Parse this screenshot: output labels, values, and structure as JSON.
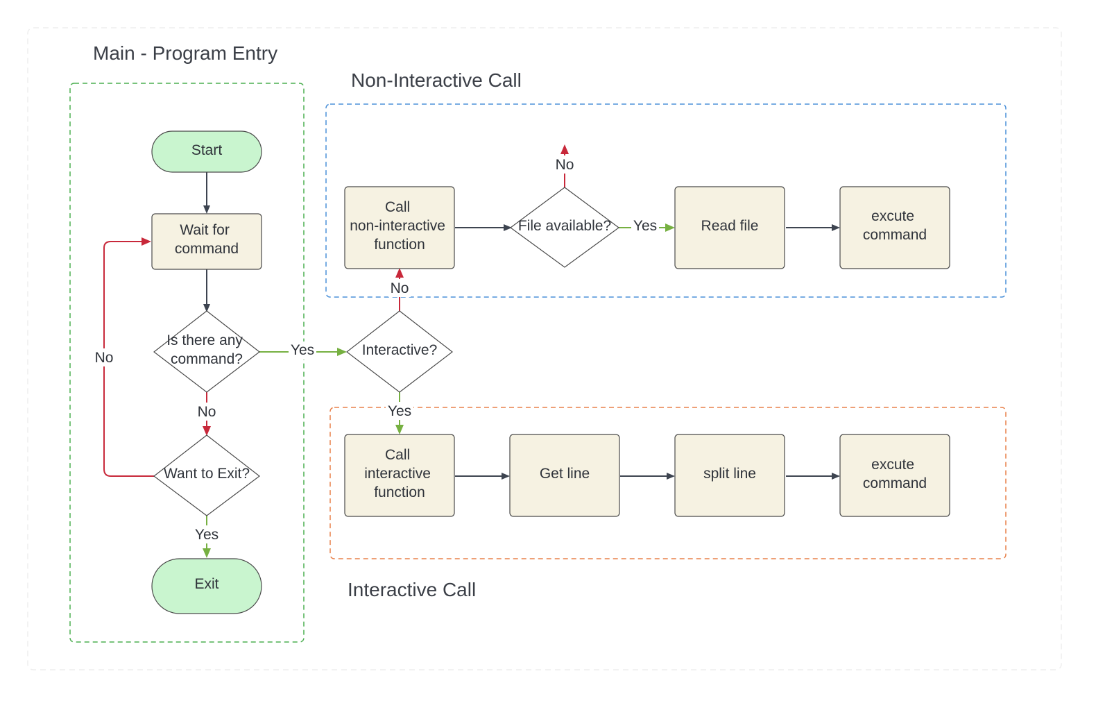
{
  "groups": {
    "main": {
      "title": "Main - Program Entry",
      "border_color": "#4caf50"
    },
    "non_interactive": {
      "title": "Non-Interactive Call",
      "border_color": "#4a90d9"
    },
    "interactive": {
      "title": "Interactive Call",
      "border_color": "#e8804a"
    }
  },
  "nodes": {
    "start": {
      "shape": "terminator",
      "lines": [
        "Start"
      ]
    },
    "wait": {
      "shape": "process",
      "lines": [
        "Wait for",
        "command"
      ]
    },
    "any_command": {
      "shape": "decision",
      "lines": [
        "Is there any",
        "command?"
      ]
    },
    "want_exit": {
      "shape": "decision",
      "lines": [
        "Want to Exit?"
      ]
    },
    "exit": {
      "shape": "terminator",
      "lines": [
        "Exit"
      ]
    },
    "interactive_q": {
      "shape": "decision",
      "lines": [
        "Interactive?"
      ]
    },
    "call_nonint": {
      "shape": "process",
      "lines": [
        "Call",
        "non-interactive",
        "function"
      ]
    },
    "file_avail": {
      "shape": "decision",
      "lines": [
        "File available?"
      ]
    },
    "read_file": {
      "shape": "process",
      "lines": [
        "Read file"
      ]
    },
    "exec_nonint": {
      "shape": "process",
      "lines": [
        "excute",
        "command"
      ]
    },
    "call_int": {
      "shape": "process",
      "lines": [
        "Call",
        "interactive",
        "function"
      ]
    },
    "get_line": {
      "shape": "process",
      "lines": [
        "Get line"
      ]
    },
    "split_line": {
      "shape": "process",
      "lines": [
        "split line"
      ]
    },
    "exec_int": {
      "shape": "process",
      "lines": [
        "excute",
        "command"
      ]
    }
  },
  "edge_labels": {
    "any_yes": "Yes",
    "any_no": "No",
    "exit_yes": "Yes",
    "exit_no": "No",
    "interactive_no": "No",
    "interactive_yes": "Yes",
    "file_yes": "Yes",
    "file_no": "No"
  },
  "colors": {
    "process_fill": "#f6f2e2",
    "terminator_fill": "#c9f5cf",
    "decision_fill": "#ffffff",
    "outline": "#4a4a4a",
    "arrow_default": "#3d4450",
    "arrow_yes": "#76b041",
    "arrow_no": "#c8283a"
  }
}
